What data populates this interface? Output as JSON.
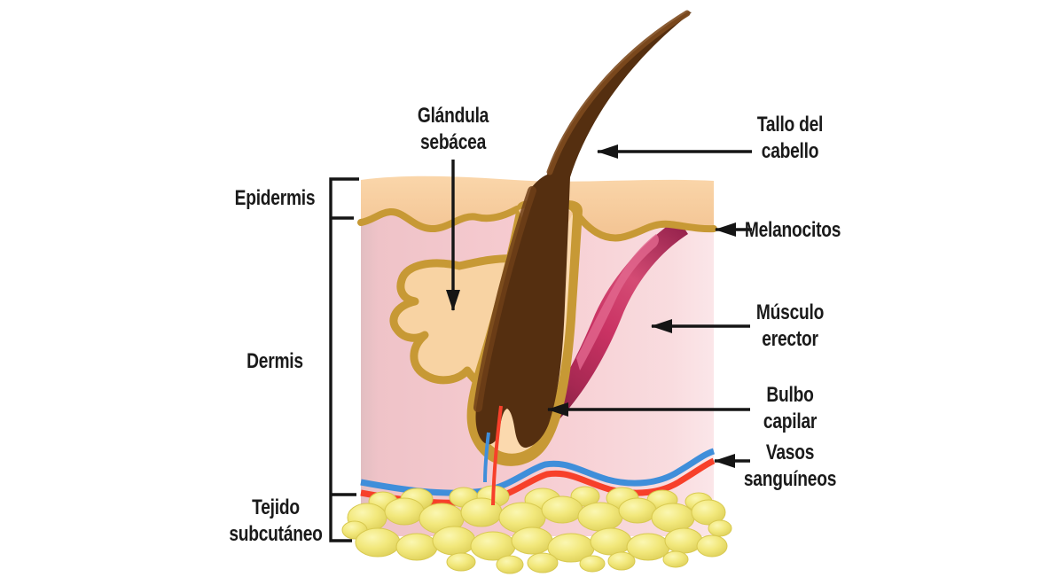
{
  "figure": {
    "name": "skin-hair-follicle-anatomy-diagram",
    "language": "es"
  },
  "labels": {
    "glandula_sebacea": {
      "line1": "Glándula",
      "line2": "sebácea"
    },
    "tallo_del_cabello": {
      "line1": "Tallo del",
      "line2": "cabello"
    },
    "epidermis": {
      "text": "Epidermis"
    },
    "melanocitos": {
      "text": "Melanocitos"
    },
    "musculo_erector": {
      "line1": "Músculo",
      "line2": "erector"
    },
    "dermis": {
      "text": "Dermis"
    },
    "bulbo_capilar": {
      "line1": "Bulbo",
      "line2": "capilar"
    },
    "vasos_sanguineos": {
      "line1": "Vasos",
      "line2": "sanguíneos"
    },
    "tejido_subcutaneo": {
      "line1": "Tejido",
      "line2": "subcutáneo"
    }
  },
  "colors": {
    "label_black": "#1a1a1a",
    "epidermis_peach": "#F8CF9F",
    "dermis_pink": "#F5C9CE",
    "basal_gold": "#C79935",
    "follicle_cream": "#FBD9AE",
    "hair_brown": "#552F10",
    "muscle_magenta": "#C93263",
    "vein_blue": "#3F8EDA",
    "artery_red": "#F7402A",
    "fat_yellow": "#F1E778"
  }
}
